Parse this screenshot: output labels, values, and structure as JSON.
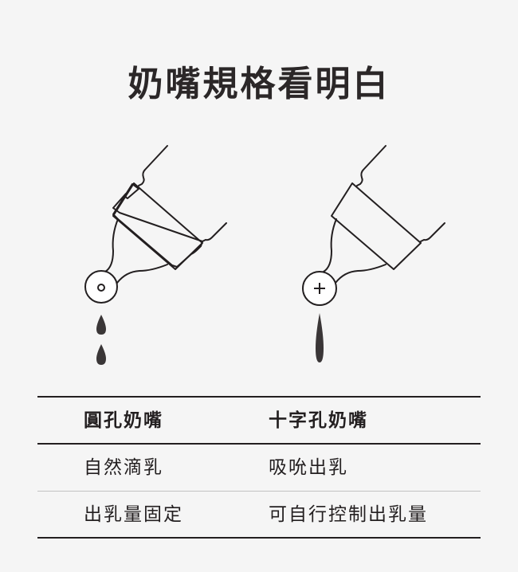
{
  "title": "奶嘴規格看明白",
  "illustrations": [
    {
      "name": "round-hole-nipple",
      "hole_icon": "circle-hole-icon",
      "flow": "drops"
    },
    {
      "name": "cross-hole-nipple",
      "hole_icon": "plus-hole-icon",
      "flow": "stream"
    }
  ],
  "table": {
    "headers": [
      "圓孔奶嘴",
      "十字孔奶嘴"
    ],
    "rows": [
      [
        "自然滴乳",
        "吸吮出乳"
      ],
      [
        "出乳量固定",
        "可自行控制出乳量"
      ]
    ]
  },
  "colors": {
    "background": "#f5f5f5",
    "ink": "#231f20",
    "thin_rule": "#c2c2c2"
  }
}
